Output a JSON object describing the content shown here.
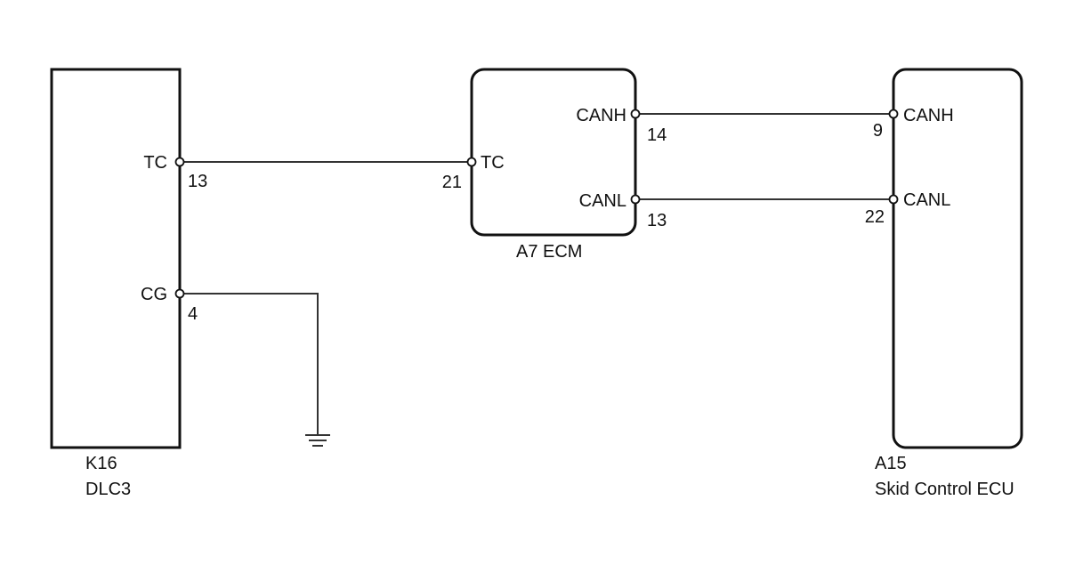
{
  "components": {
    "k16": {
      "connector": "K16",
      "name": "DLC3"
    },
    "a7": {
      "name": "A7 ECM"
    },
    "a15": {
      "connector": "A15",
      "name": "Skid Control ECU"
    }
  },
  "pins": {
    "k16_tc": {
      "signal": "TC",
      "number": "13"
    },
    "k16_cg": {
      "signal": "CG",
      "number": "4"
    },
    "a7_tc": {
      "signal": "TC",
      "number": "21"
    },
    "a7_canh": {
      "signal": "CANH",
      "number": "14"
    },
    "a7_canl": {
      "signal": "CANL",
      "number": "13"
    },
    "a15_canh": {
      "signal": "CANH",
      "number": "9"
    },
    "a15_canl": {
      "signal": "CANL",
      "number": "22"
    }
  }
}
